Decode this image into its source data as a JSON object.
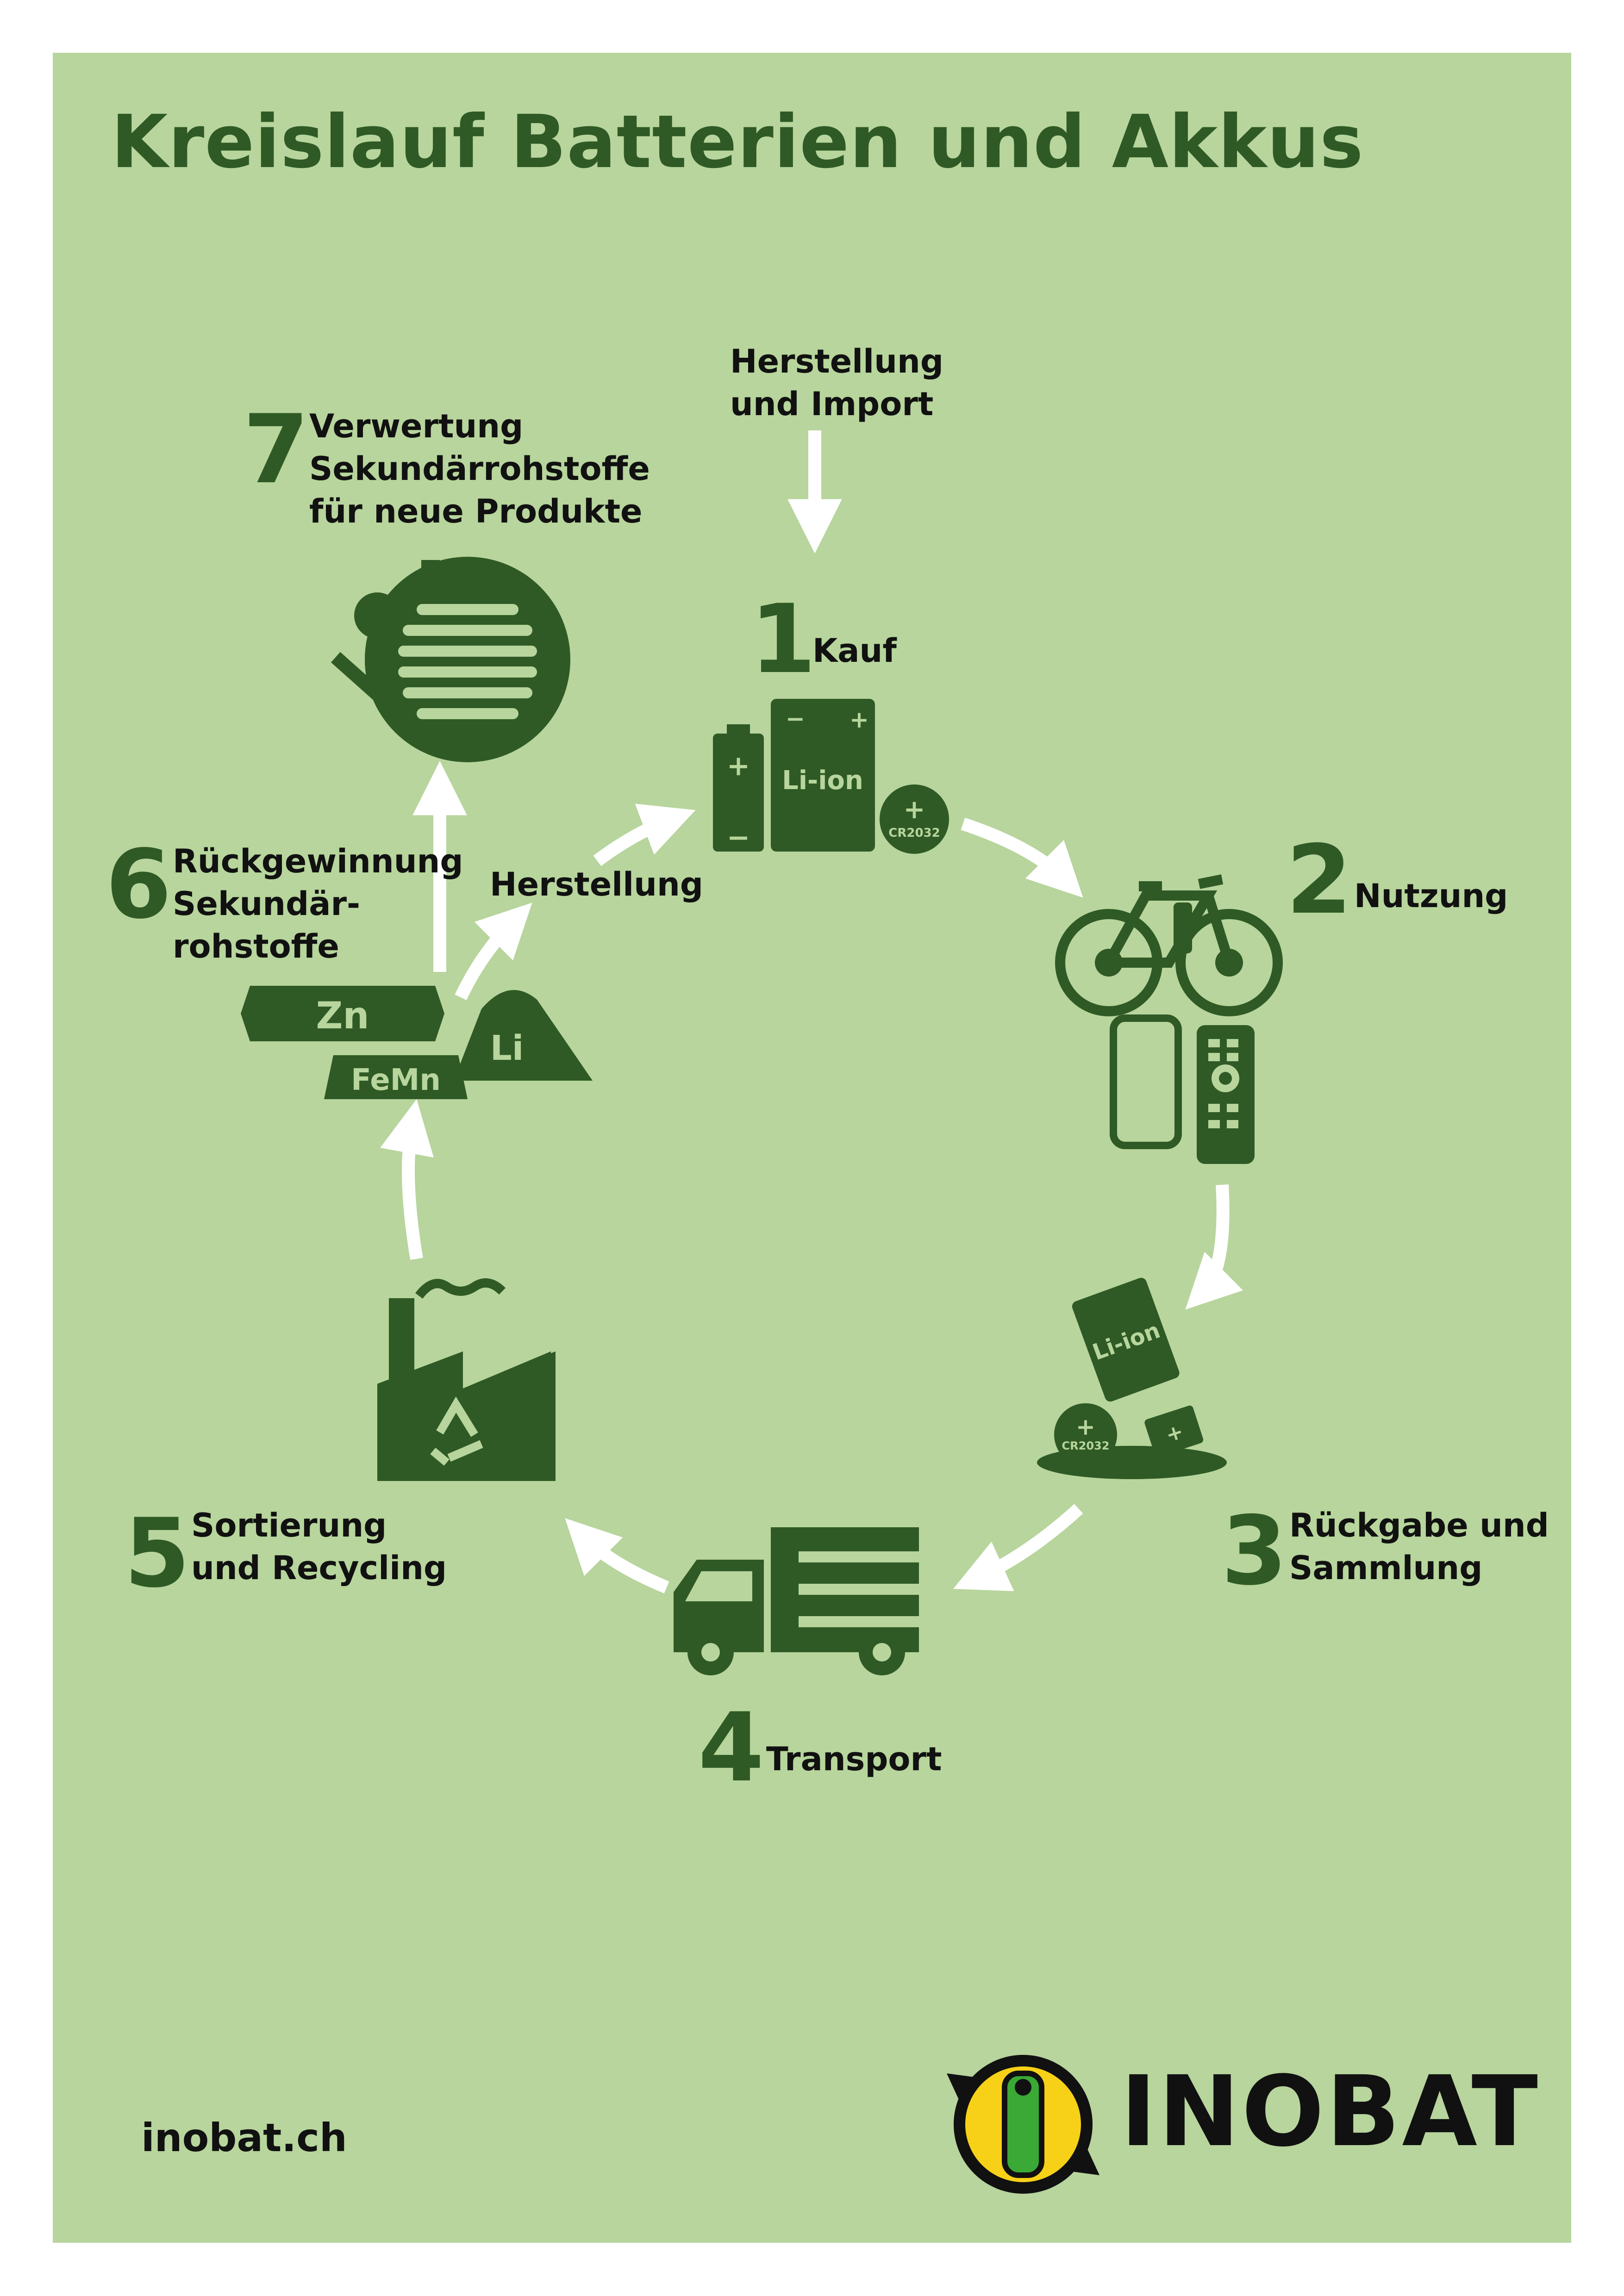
{
  "title": "Kreislauf Batterien und Akkus",
  "entry": {
    "label": "Herstellung\nund Import"
  },
  "steps": [
    {
      "number": "1",
      "label": "Kauf"
    },
    {
      "number": "2",
      "label": "Nutzung"
    },
    {
      "number": "3",
      "label": "Rückgabe und\nSammlung"
    },
    {
      "number": "4",
      "label": "Transport"
    },
    {
      "number": "5",
      "label": "Sortierung\nund Recycling"
    },
    {
      "number": "6",
      "label": "Rückgewinnung\nSekundär-\nrohstoffe"
    },
    {
      "number": "7",
      "label": "Verwertung\nSekundärrohstoffe\nfür neue Produkte"
    }
  ],
  "branch": {
    "label": "Herstellung"
  },
  "battery_labels": {
    "liion": "Li-ion",
    "coin": "CR2032",
    "plus": "+",
    "minus": "−"
  },
  "material_labels": {
    "zn": "Zn",
    "femn": "FeMn",
    "li": "Li"
  },
  "footer": {
    "url": "inobat.ch",
    "brand": "INOBAT"
  },
  "colors": {
    "background": "#b7d59c",
    "dark_green": "#2f5a25",
    "arrow": "#ffffff",
    "logo_yellow": "#f7d117",
    "logo_green": "#3aa935",
    "text": "#111111"
  },
  "icons": [
    "battery-icon",
    "bicycle-icon",
    "smartphone-icon",
    "remote-control-icon",
    "collection-icon",
    "truck-icon",
    "factory-icon",
    "recycle-icon",
    "ingot-icon",
    "key-icon",
    "screw-icon",
    "manhole-icon",
    "inobat-logo-icon"
  ]
}
